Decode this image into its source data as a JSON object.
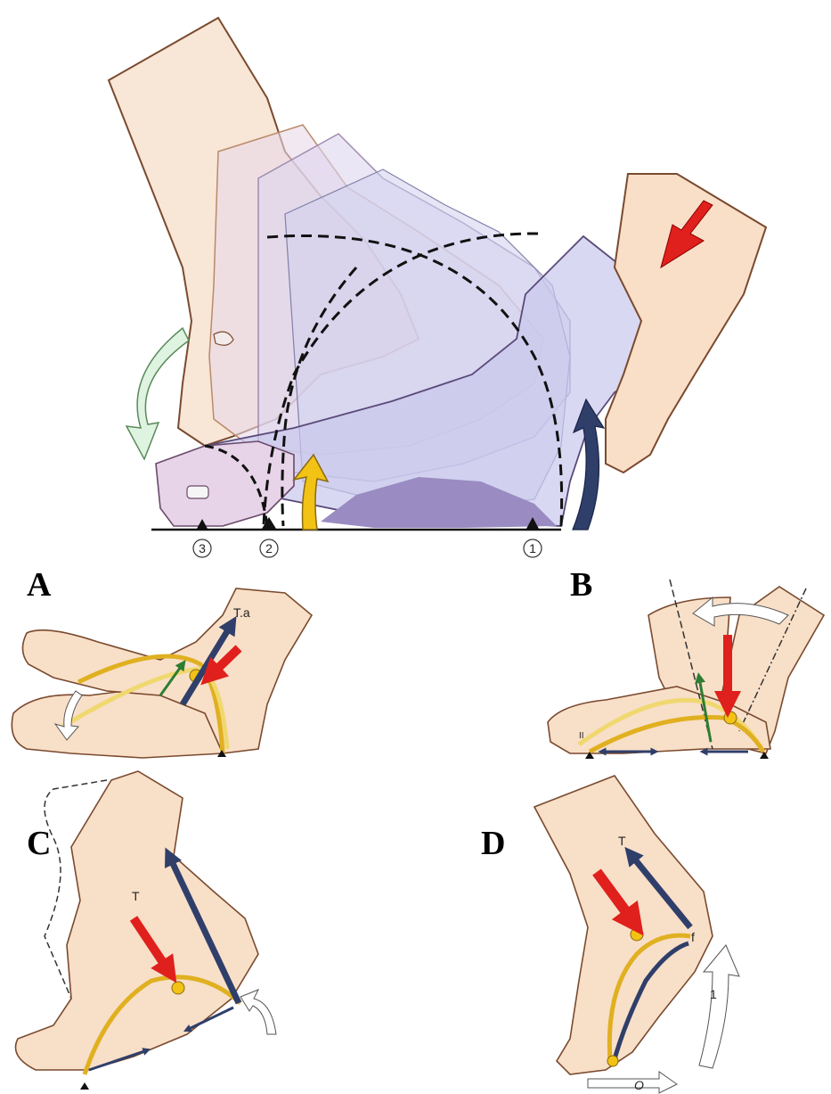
{
  "figure": {
    "main": {
      "contact_points": [
        "3",
        "2",
        "1"
      ]
    },
    "panels": {
      "A": {
        "letter": "A",
        "force_label": "T.a",
        "toe_mark": ""
      },
      "B": {
        "letter": "B",
        "toe_mark": "II"
      },
      "C": {
        "letter": "C",
        "force_label": "T"
      },
      "D": {
        "letter": "D",
        "force_label": "T",
        "fascia_label": "f",
        "rotation_label": "1",
        "ground_label": "O"
      }
    }
  },
  "colors": {
    "skin": "#f8dfc8",
    "skin_outline": "#7a4a2e",
    "lavender": "#c9c8ec",
    "purple_sole": "#9a8cc2",
    "arch_yellow": "#e8b21e",
    "arch_yellow_light": "#f0d870",
    "red_arrow": "#e0201c",
    "navy_arrow": "#2f3f6a",
    "green_arrow": "#2e7d32",
    "mint_arrow": "#dff3e1",
    "white_arrow": "#ffffff"
  }
}
